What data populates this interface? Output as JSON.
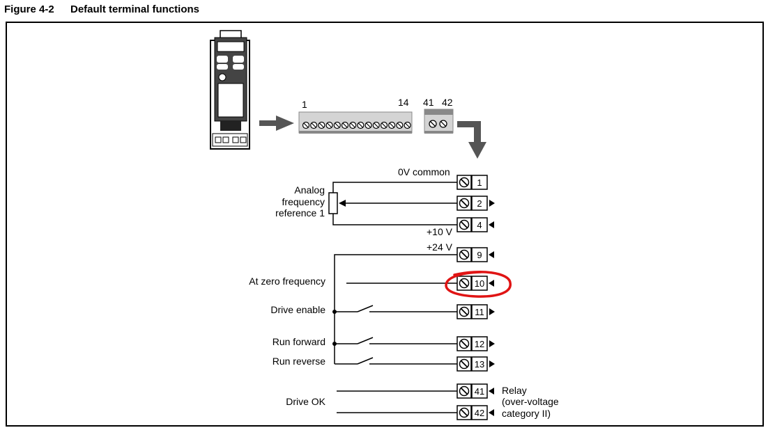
{
  "figure": {
    "number": "Figure 4-2",
    "title": "Default terminal functions"
  },
  "connector_numbers": {
    "left_start": "1",
    "left_end": "14",
    "relay_a": "41",
    "relay_b": "42"
  },
  "terminals": [
    {
      "id": "1",
      "arrow": "none"
    },
    {
      "id": "2",
      "arrow": "out"
    },
    {
      "id": "4",
      "arrow": "in"
    },
    {
      "id": "9",
      "arrow": "in"
    },
    {
      "id": "10",
      "arrow": "in",
      "highlighted": true
    },
    {
      "id": "11",
      "arrow": "out"
    },
    {
      "id": "12",
      "arrow": "out"
    },
    {
      "id": "13",
      "arrow": "out"
    },
    {
      "id": "41",
      "arrow": "in"
    },
    {
      "id": "42",
      "arrow": "in"
    }
  ],
  "labels": {
    "zero_v_common": "0V common",
    "analog_line1": "Analog",
    "analog_line2": "frequency",
    "analog_line3": "reference 1",
    "plus_10v": "+10 V",
    "plus_24v": "+24 V",
    "at_zero_frequency": "At zero frequency",
    "drive_enable": "Drive enable",
    "run_forward": "Run forward",
    "run_reverse": "Run reverse",
    "drive_ok": "Drive OK",
    "relay_line1": "Relay",
    "relay_line2": "(over-voltage",
    "relay_line3": "category II)"
  },
  "colors": {
    "highlight": "#e01414",
    "connector_grey": "#cfcfcf",
    "arrow_grey": "#555555"
  }
}
